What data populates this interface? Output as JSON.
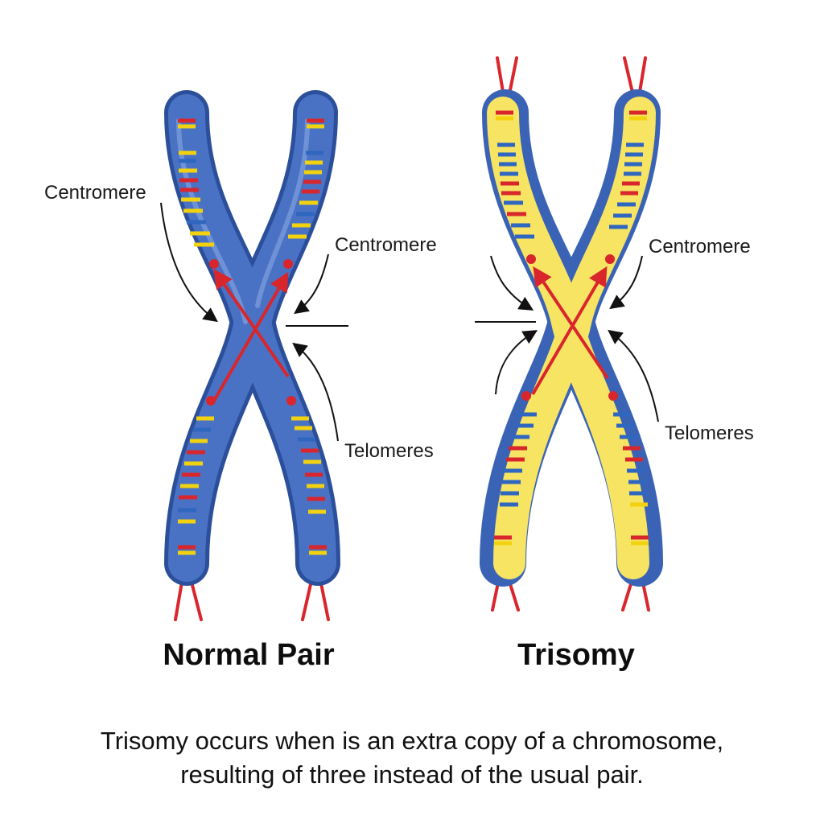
{
  "colors": {
    "normal_body": "#4a72c4",
    "normal_edge": "#2b4f9a",
    "normal_highlight": "#7fa0e0",
    "trisomy_body": "#f7e463",
    "trisomy_edge": "#4a72c4",
    "band_red": "#d9262c",
    "band_yellow": "#f2d20e",
    "band_blue": "#2f66c0",
    "spindle": "#d9262c",
    "pointer": "#111111"
  },
  "normal_panel": {
    "title": "Normal Pair",
    "labels": {
      "centromere_left": "Centromere",
      "centromere_right": "Centromere",
      "telomeres": "Telomeres"
    }
  },
  "trisomy_panel": {
    "title": "Trisomy",
    "labels": {
      "centromere": "Centromere",
      "telomeres": "Telomeres"
    }
  },
  "caption": {
    "line1": "Trisomy occurs when is an extra copy of a chromosome,",
    "line2": "resulting of three instead of the usual pair."
  }
}
